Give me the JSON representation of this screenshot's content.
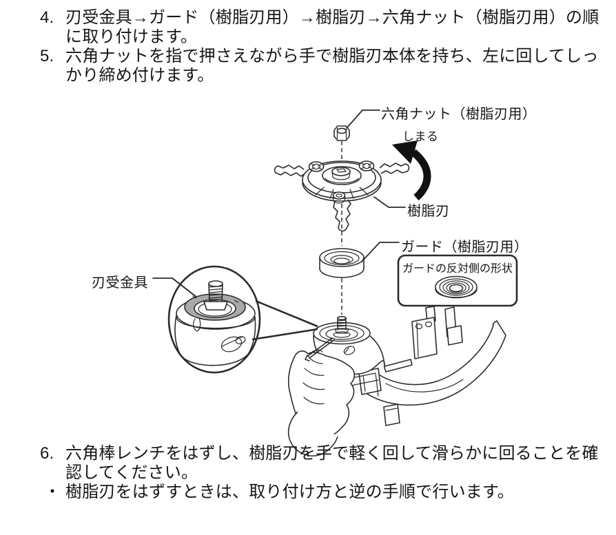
{
  "page": {
    "background_color": "#ffffff",
    "text_color": "#161616",
    "line_color": "#2b2b2b",
    "arrow_color": "#111111",
    "shade_color": "#a9a9a9"
  },
  "instructions_top": [
    {
      "marker": "4.",
      "text": "刃受金具→ガード（樹脂刃用）→樹脂刃→六角ナット（樹脂刃用）の順に取り付けます。"
    },
    {
      "marker": "5.",
      "text": "六角ナットを指で押さえながら手で樹脂刃本体を持ち、左に回してしっかり締め付けます。"
    }
  ],
  "instructions_bottom": [
    {
      "marker": "6.",
      "text": "六角棒レンチをはずし、樹脂刃を手で軽く回して滑らかに回ることを確認してください。"
    },
    {
      "marker": "・",
      "text": "樹脂刃をはずすときは、取り付け方と逆の手順で行います。"
    }
  ],
  "diagram": {
    "labels": {
      "hex_nut": "六角ナット（樹脂刃用）",
      "tighten_direction": "しまる",
      "resin_blade": "樹脂刃",
      "guard": "ガード（樹脂刃用）",
      "guard_reverse_title": "ガードの反対側の形状",
      "blade_holder": "刃受金具"
    }
  }
}
